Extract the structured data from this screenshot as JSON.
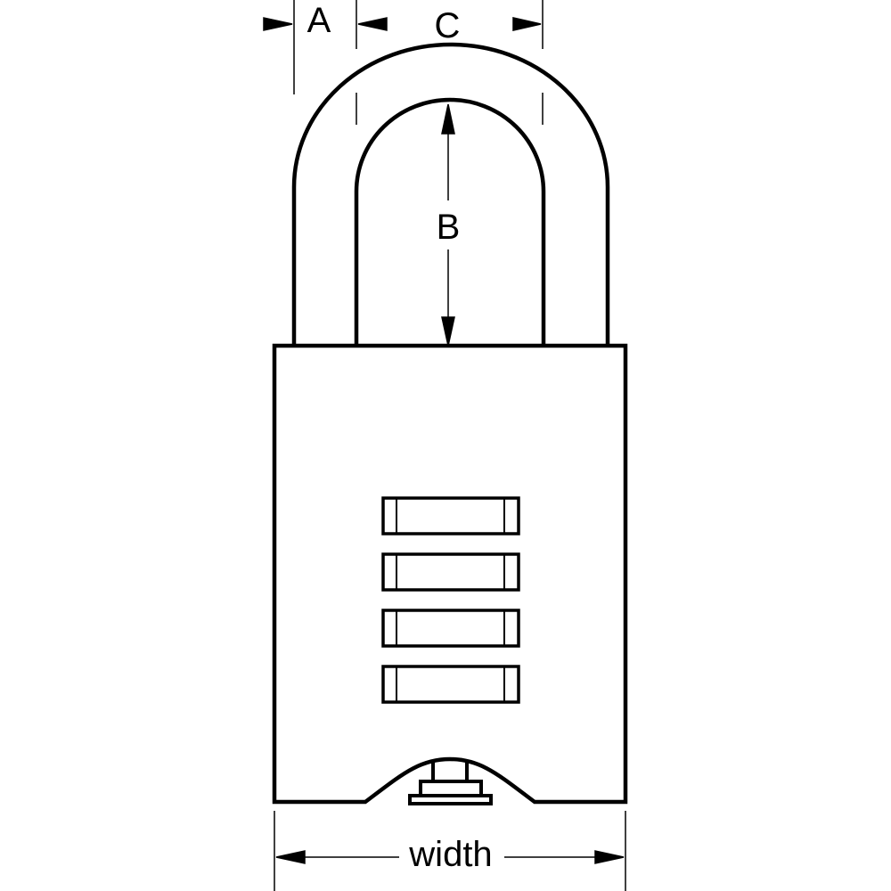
{
  "diagram": {
    "labels": {
      "a": "A",
      "b": "B",
      "c": "C",
      "width": "width"
    },
    "dial_count": 4,
    "colors": {
      "stroke": "#000000",
      "background": "#ffffff"
    }
  }
}
